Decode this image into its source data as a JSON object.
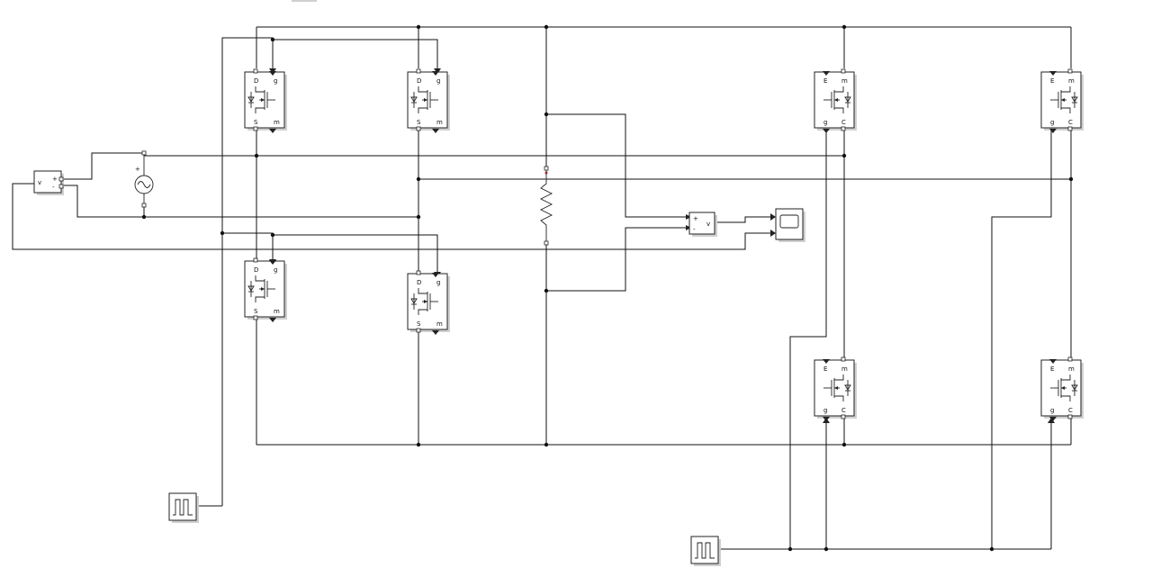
{
  "colors": {
    "wire": "#111111",
    "block_border": "#222222",
    "block_shadow": "#d0d0d0",
    "background": "#ffffff",
    "polarity_mark": "#e03030"
  },
  "blocks": {
    "mosfet_port_labels": {
      "drain": "D",
      "gate": "g",
      "source": "S",
      "measure": "m"
    },
    "igbt_port_labels": {
      "emitter": "E",
      "measure": "m",
      "collector": "C",
      "gate": "g"
    },
    "voltage_measurement_left": {
      "out_label": "v",
      "plus": "+",
      "minus": "-"
    },
    "voltage_measurement_right": {
      "plus": "+",
      "minus": "-",
      "out_label": "v"
    },
    "ac_source": {
      "plus_label": "+",
      "icon": "ac-sine-icon"
    },
    "resistor": {
      "icon": "resistor-zigzag-icon"
    },
    "scope": {
      "icon": "scope-screen-icon"
    },
    "pulse_generators": {
      "icon": "square-pulse-icon"
    }
  }
}
